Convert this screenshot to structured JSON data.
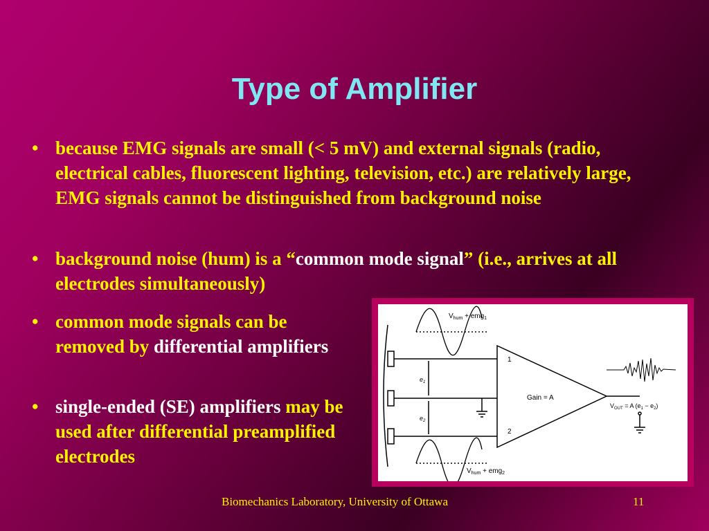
{
  "slide": {
    "title": "Type of Amplifier",
    "bullets": [
      {
        "yellow": "because EMG signals are small (< 5 mV) and external signals (radio, electrical cables, fluorescent lighting, television, etc.) are relatively large, EMG signals cannot be distinguished from background noise"
      },
      {
        "yellow_a": "background noise (hum) is a “",
        "white": "common mode signal",
        "yellow_b": "” (i.e., arrives at all electrodes simultaneously)"
      },
      {
        "yellow": "common mode signals can be removed by ",
        "white": "differential amplifiers"
      },
      {
        "white": "single-ended (SE) amplifiers ",
        "yellow": "may be used after differential preamplified electrodes"
      }
    ],
    "diagram": {
      "label_top": "V",
      "label_top_sub": "hum",
      "label_top_rest": " + emg",
      "label_top_sub2": "1",
      "label_bottom": "V",
      "label_bottom_sub": "hum",
      "label_bottom_rest": " + emg",
      "label_bottom_sub2": "2",
      "e1": "e",
      "e1_sub": "1",
      "e2": "e",
      "e2_sub": "2",
      "input1": "1",
      "input2": "2",
      "gain": "Gain = A",
      "vout": "V",
      "vout_sub": "OUT",
      "vout_eq": " = A (e",
      "vout_e1": "1",
      "vout_minus": " − e",
      "vout_e2": "2",
      "vout_close": ")"
    },
    "footer": {
      "affiliation": "Biomechanics Laboratory, University of Ottawa",
      "page_number": "11"
    }
  }
}
